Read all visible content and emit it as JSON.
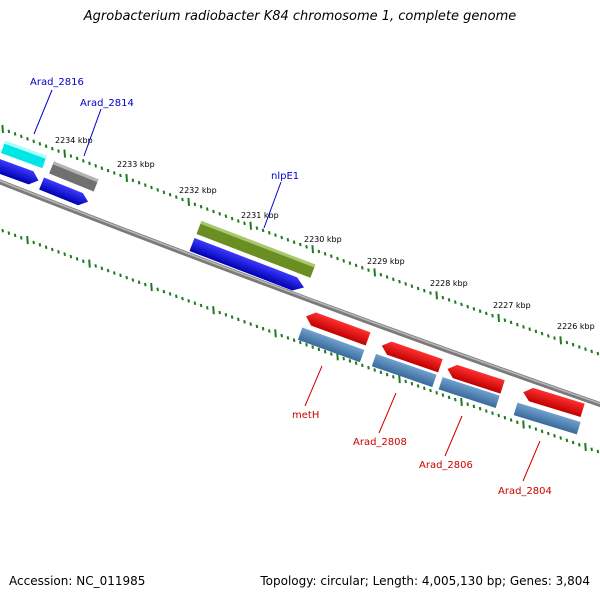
{
  "title": "Agrobacterium radiobacter K84 chromosome 1, complete genome",
  "accession": "Accession: NC_011985",
  "summary": "Topology: circular; Length: 4,005,130 bp; Genes: 3,804",
  "colors": {
    "backbone": "#888888",
    "tick": "#1e7a1e",
    "label_forward": "#0000cc",
    "label_reverse": "#cc0000"
  },
  "ticks": [
    {
      "label": "2234 kbp"
    },
    {
      "label": "2233 kbp"
    },
    {
      "label": "2232 kbp"
    },
    {
      "label": "2231 kbp"
    },
    {
      "label": "2230 kbp"
    },
    {
      "label": "2229 kbp"
    },
    {
      "label": "2228 kbp"
    },
    {
      "label": "2227 kbp"
    },
    {
      "label": "2226 kbp"
    }
  ],
  "genes": [
    {
      "name": "Arad_2816",
      "strand": "forward",
      "color": "#00e5e5"
    },
    {
      "name": "Arad_2814",
      "strand": "forward",
      "color": "#707070"
    },
    {
      "name": "nlpE1",
      "strand": "forward",
      "color": "#6b8e23"
    },
    {
      "name": "metH",
      "strand": "reverse",
      "color": "#ee0000"
    },
    {
      "name": "Arad_2808",
      "strand": "reverse",
      "color": "#ee0000"
    },
    {
      "name": "Arad_2806",
      "strand": "reverse",
      "color": "#ee0000"
    },
    {
      "name": "Arad_2804",
      "strand": "reverse",
      "color": "#ee0000"
    }
  ]
}
